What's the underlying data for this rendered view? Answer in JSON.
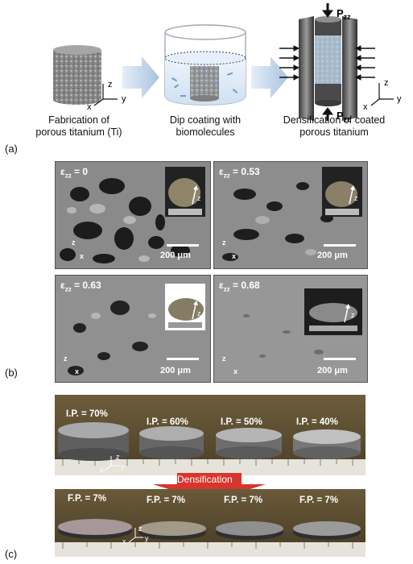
{
  "panel_a": {
    "label": "(a)",
    "captions": [
      [
        "Fabrication of",
        "porous titanium (Ti)"
      ],
      [
        "Dip coating with",
        "biomolecules"
      ],
      [
        "Densification of coated",
        "porous titanium"
      ]
    ],
    "axes": {
      "z": "z",
      "y": "y",
      "x": "x"
    },
    "force_label": "P",
    "force_sub": "zz"
  },
  "panel_b": {
    "label": "(b)",
    "images": [
      {
        "strain_symbol": "ε",
        "strain_sub": "zz",
        "strain_value": " = 0",
        "scale": "200 μm"
      },
      {
        "strain_symbol": "ε",
        "strain_sub": "zz",
        "strain_value": " = 0.53",
        "scale": "200 μm"
      },
      {
        "strain_symbol": "ε",
        "strain_sub": "zz",
        "strain_value": " = 0.63",
        "scale": "200 μm"
      },
      {
        "strain_symbol": "ε",
        "strain_sub": "zz",
        "strain_value": " = 0.68",
        "scale": "200 μm"
      }
    ],
    "axes": {
      "z": "z",
      "x": "x"
    }
  },
  "panel_c": {
    "label": "(c)",
    "initial": [
      "I.P. = 70%",
      "I.P. = 60%",
      "I.P. = 50%",
      "I.P. = 40%"
    ],
    "final": [
      "F.P. = 7%",
      "F.P. = 7%",
      "F.P. = 7%",
      "F.P. = 7%"
    ],
    "arrow_label": "Densification",
    "axes": {
      "z": "z",
      "y": "y",
      "x": "x"
    }
  }
}
